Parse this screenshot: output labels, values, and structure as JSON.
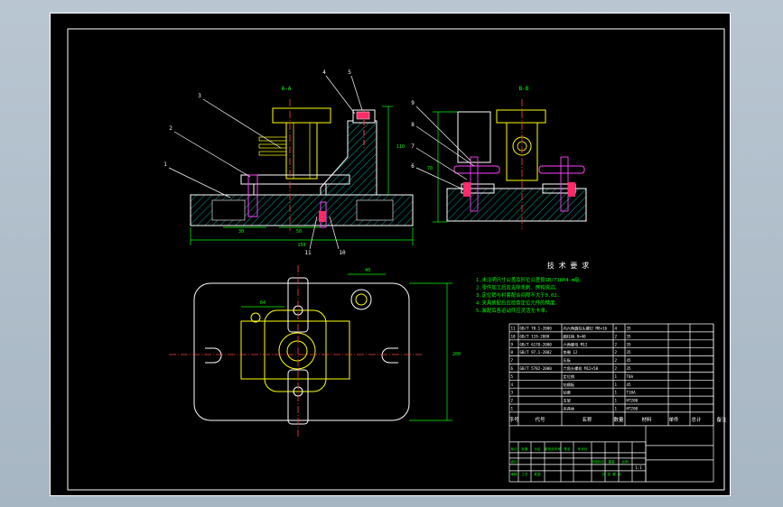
{
  "drawing": {
    "tech_title": "技 术 要 求",
    "tech_lines": [
      "1.未注明尺寸公差及形位公差按GB/T1804-m级。",
      "2.零件加工后应去除毛刺、倒钝锐边。",
      "3.定位销与衬套配合间隙不大于0.02。",
      "4.夹具装配后应检查定位元件的精度。",
      "5.装配后各运动件应灵活无卡滞。"
    ],
    "view_labels": {
      "front": "A-A",
      "side": "B-B"
    },
    "balloons": [
      "1",
      "2",
      "3",
      "4",
      "5",
      "6",
      "7",
      "8",
      "9",
      "10",
      "11"
    ],
    "dimensions": {
      "front_height": "110",
      "front_width": "150",
      "front_a": "30",
      "front_b": "50",
      "side_height": "70",
      "plan_height": "200",
      "plan_width": "40",
      "plan_top": "64"
    },
    "bom_header": [
      "序号",
      "代号",
      "名称",
      "数量",
      "材料",
      "单件",
      "总计",
      "备注"
    ],
    "bom_rows": [
      [
        "11",
        "GB/T 70.1-2000",
        "内六角圆柱头螺钉 M8×16",
        "4",
        "35",
        "",
        "",
        ""
      ],
      [
        "10",
        "GB/T 119-2000",
        "圆柱销 8×40",
        "2",
        "35",
        "",
        "",
        ""
      ],
      [
        "9",
        "GB/T 6170-2000",
        "六角螺母 M12",
        "2",
        "35",
        "",
        "",
        ""
      ],
      [
        "8",
        "GB/T 97.1-2002",
        "垫圈 12",
        "2",
        "35",
        "",
        "",
        ""
      ],
      [
        "7",
        "",
        "压板",
        "2",
        "45",
        "",
        "",
        ""
      ],
      [
        "6",
        "GB/T 5782-2000",
        "六角头螺栓 M12×50",
        "2",
        "35",
        "",
        "",
        ""
      ],
      [
        "5",
        "",
        "定位销",
        "1",
        "T8A",
        "",
        "",
        ""
      ],
      [
        "4",
        "",
        "钻模板",
        "1",
        "45",
        "",
        "",
        ""
      ],
      [
        "3",
        "",
        "钻套",
        "1",
        "T10A",
        "",
        "",
        ""
      ],
      [
        "2",
        "",
        "支架",
        "1",
        "HT200",
        "",
        "",
        ""
      ],
      [
        "1",
        "",
        "夹具体",
        "1",
        "HT200",
        "",
        "",
        ""
      ]
    ],
    "title_block": {
      "cells": [
        "标记",
        "处数",
        "分区",
        "更改文件号",
        "签名",
        "年月日",
        "设计",
        "审核",
        "工艺",
        "批准",
        "阶段标记",
        "重量",
        "比例",
        "共 张 第 张"
      ],
      "scale": "1:1"
    }
  }
}
